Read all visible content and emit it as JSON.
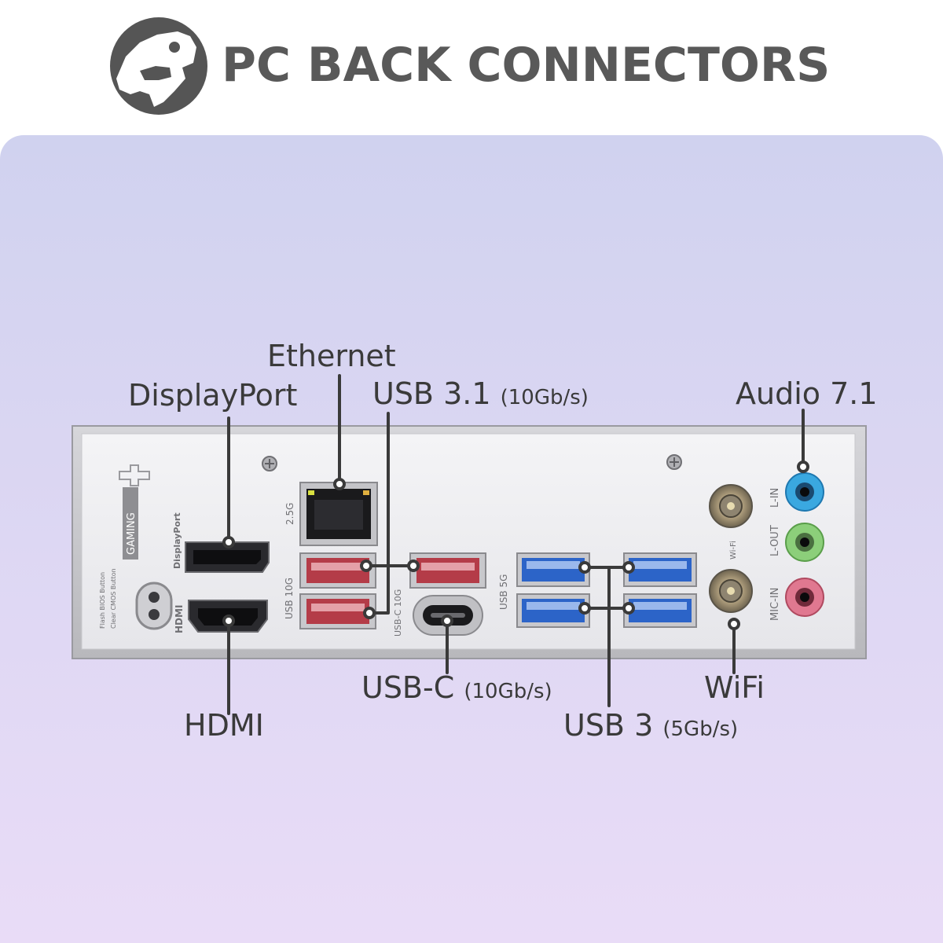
{
  "header": {
    "title": "PC BACK CONNECTORS",
    "logo_icon": "trex-skull-icon"
  },
  "panel_gradient": [
    "#d0d2ef",
    "#e9dcf7"
  ],
  "labels": {
    "ethernet": "Ethernet",
    "displayport": "DisplayPort",
    "usb31": "USB 3.1",
    "usb31_speed": "(10Gb/s)",
    "audio": "Audio 7.1",
    "hdmi": "HDMI",
    "usbc": "USB-C",
    "usbc_speed": "(10Gb/s)",
    "usb3": "USB 3",
    "usb3_speed": "(5Gb/s)",
    "wifi": "WiFi"
  },
  "plate": {
    "brand": "GAMING",
    "print_displayport": "DisplayPort",
    "print_hdmi": "HDMI",
    "print_flash": "Flash BIOS Button",
    "print_clear": "Clear CMOS Button",
    "print_25g": "2.5G",
    "print_usb10g": "USB 10G",
    "print_usbc10g": "USB-C 10G",
    "print_usb5g": "USB 5G",
    "print_wifi": "Wi-Fi",
    "print_lin": "L-IN",
    "print_lout": "L-OUT",
    "print_micin": "MIC-IN"
  },
  "colors": {
    "label_text": "#3a3a3a",
    "usb3_blue": "#2c64c8",
    "usb31_red": "#b43c48",
    "audio_blue": "#3aa8e0",
    "audio_green": "#8ccf7a",
    "audio_pink": "#e07890"
  }
}
